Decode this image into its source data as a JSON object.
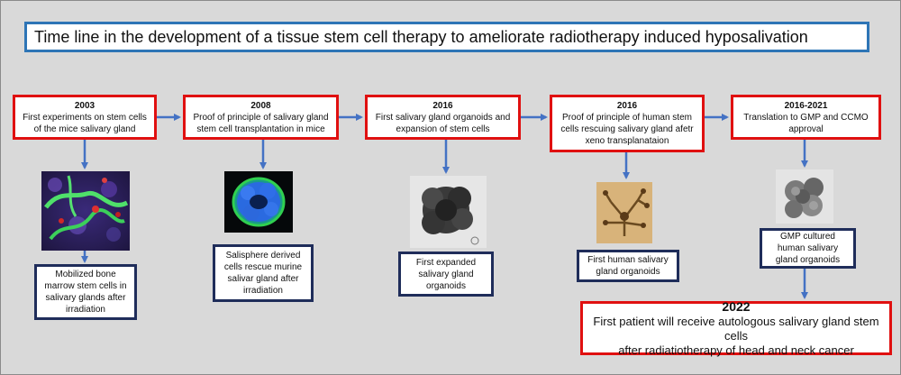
{
  "title": "Time line in the development of a tissue stem cell therapy to ameliorate radiotherapy induced hyposalivation",
  "milestones": [
    {
      "year": "2003",
      "line1": "First experiments on stem cells",
      "line2": "of the mice salivary gland"
    },
    {
      "year": "2008",
      "line1": "Proof of principle of salivary gland",
      "line2": "stem cell transplantation in mice"
    },
    {
      "year": "2016",
      "line1": "First salivary gland organoids and",
      "line2": "expansion of stem cells"
    },
    {
      "year": "2016",
      "line1": "Proof of principle of human stem",
      "line2": "cells rescuing salivary gland afetr",
      "line3": "xeno transplanataion"
    },
    {
      "year": "2016-2021",
      "line1": "Translation to GMP and CCMO",
      "line2": "approval"
    }
  ],
  "captions": [
    {
      "line1": "Mobilized bone",
      "line2": "marrow stem cells in",
      "line3": "salivary glands after",
      "line4": "irradiation"
    },
    {
      "line1": "Salisphere derived",
      "line2": "cells rescue murine",
      "line3": "salivar gland after",
      "line4": "irradiation"
    },
    {
      "line1": "First expanded",
      "line2": "salivary gland",
      "line3": "organoids"
    },
    {
      "line1": "First human salivary",
      "line2": "gland organoids"
    },
    {
      "line1": "GMP cultured",
      "line2": "human salivary",
      "line3": "gland organoids"
    }
  ],
  "final": {
    "year": "2022",
    "line1": "First patient will receive autologous salivary gland stem cells",
    "line2": "after radiatiotherapy of head and neck cancer"
  },
  "images": [
    {
      "name": "fluorescent-tissue-micrograph",
      "subject": "fluorescence microscopy of irradiated salivary gland tissue"
    },
    {
      "name": "salisphere-micrograph",
      "subject": "fluorescent salisphere"
    },
    {
      "name": "organoid-micrograph",
      "subject": "brightfield salivary gland organoid"
    },
    {
      "name": "human-organoid-micrograph",
      "subject": "branched human salivary gland organoid"
    },
    {
      "name": "gmp-organoid-micrograph",
      "subject": "GMP cultured organoid cluster"
    }
  ],
  "colors": {
    "background": "#d9d9d9",
    "title_border": "#2e75b6",
    "milestone_border": "#e01010",
    "caption_border": "#1f2d5a",
    "arrow": "#4472c4"
  }
}
